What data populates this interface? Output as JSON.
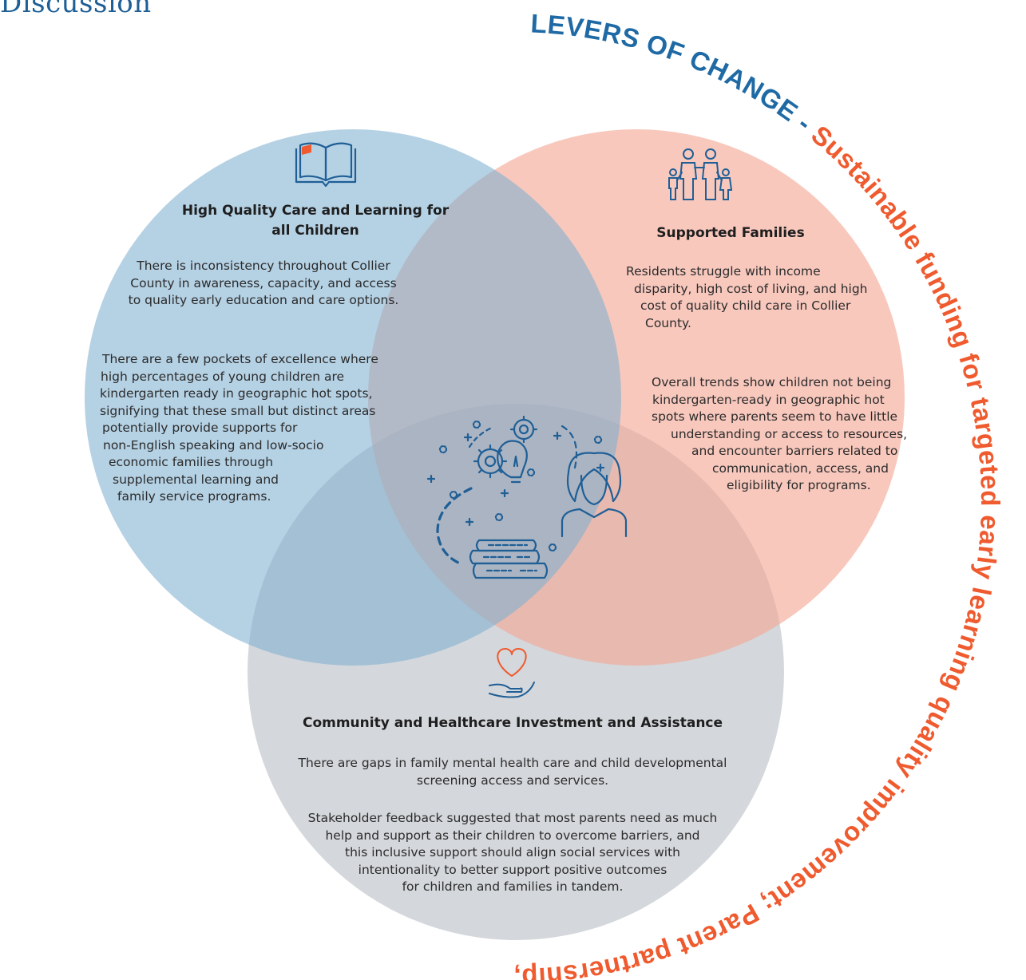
{
  "page_title": "Discussion",
  "ring": {
    "levers_text": "LEVERS OF CHANGE -",
    "rest_text": " Sustainable funding for targeted early learning quality improvement; Parent partnership, engagement, and leadership; Alignment of systems, objectives, activities, resources, outcomes and measures.",
    "colors": {
      "blue": "#1f6aa5",
      "orange": "#ef5a2e"
    }
  },
  "circles": {
    "blue": {
      "color": "#7fb0d0",
      "icon": "open-book-icon",
      "heading": [
        "High Quality Care and Learning for",
        "all Children"
      ],
      "paragraph1": [
        "There is inconsistency throughout Collier",
        "County in awareness, capacity, and access",
        "to quality early education and care options."
      ],
      "paragraph2": [
        "There are a few pockets of excellence where",
        "high percentages of young children are",
        "kindergarten ready in geographic hot spots,",
        "signifying that these small but distinct areas",
        "potentially provide supports for",
        "non-English speaking and low-socio",
        "economic families through",
        "supplemental learning and",
        "family service programs."
      ]
    },
    "pink": {
      "color": "#f4a795",
      "icon": "family-icon",
      "heading": [
        "Supported Families"
      ],
      "paragraph1": [
        "Residents struggle with income",
        "disparity, high cost of living, and high",
        "cost of quality child care in Collier",
        "County."
      ],
      "paragraph2": [
        "Overall trends show children not being",
        "kindergarten-ready in geographic hot",
        "spots where parents seem to have little",
        "understanding or access to resources,",
        "and encounter barriers related to",
        "communication, access, and",
        "eligibility for programs."
      ]
    },
    "gray": {
      "color": "#c4c8cd",
      "icon": "heart-hand-icon",
      "heading": [
        "Community and Healthcare Investment and Assistance"
      ],
      "paragraph1": [
        "There are gaps in family mental health care and child developmental",
        "screening access and services."
      ],
      "paragraph2": [
        "Stakeholder feedback suggested that most parents need as much",
        "help and support as their children to overcome barriers, and",
        "this inclusive support should align social services with",
        "intentionality to better support positive outcomes",
        "for children and families in tandem."
      ]
    }
  },
  "center_icon": "child-learning-icon"
}
